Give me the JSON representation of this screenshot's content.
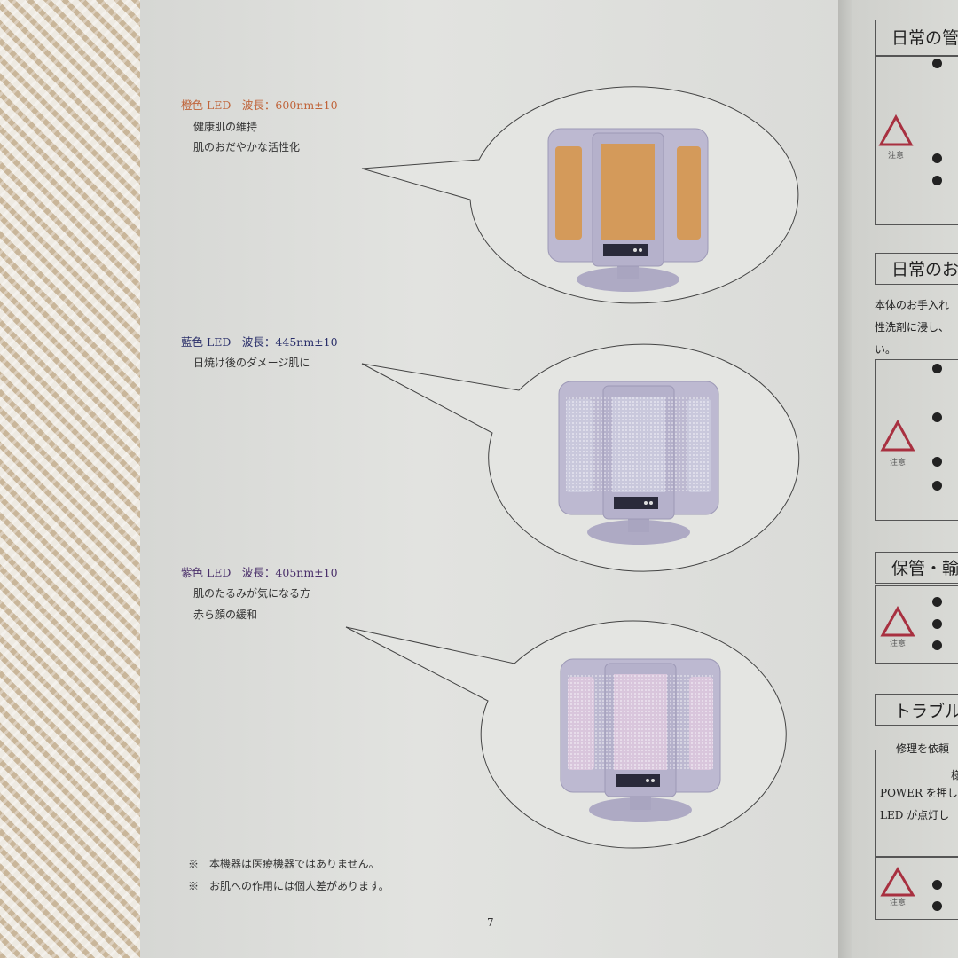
{
  "left_page": {
    "sections": [
      {
        "heading": "橙色 LED　波長：600nm±10",
        "lines": [
          "健康肌の維持",
          "肌のおだやかな活性化"
        ],
        "color": "#c0643a"
      },
      {
        "heading": "藍色 LED　波長：445nm±10",
        "lines": [
          "日焼け後のダメージ肌に"
        ],
        "color": "#2a2f6a"
      },
      {
        "heading": "紫色 LED　波長：405nm±10",
        "lines": [
          "肌のたるみが気になる方",
          "赤ら顔の緩和"
        ],
        "color": "#4a2f6a"
      }
    ],
    "notes": [
      "※　本機器は医療機器ではありません。",
      "※　お肌への作用には個人差があります。"
    ],
    "page_number": "7"
  },
  "right_page": {
    "headings": [
      "日常の管",
      "日常のお",
      "保管・輸",
      "トラブル"
    ],
    "body_lines": [
      "本体のお手入れ",
      "性洗剤に浸し、",
      "い。"
    ],
    "caution_label": "注意",
    "trouble_lines": [
      "修理を依頼",
      "様",
      "POWER を押し",
      "LED が点灯し"
    ]
  },
  "colors": {
    "orange_panel": "#d49a5a",
    "blue_panel": "#c9c8dc",
    "purple_panel": "#d9c6dc",
    "device_frame": "#b6b3cc",
    "caution_red": "#a83040"
  }
}
